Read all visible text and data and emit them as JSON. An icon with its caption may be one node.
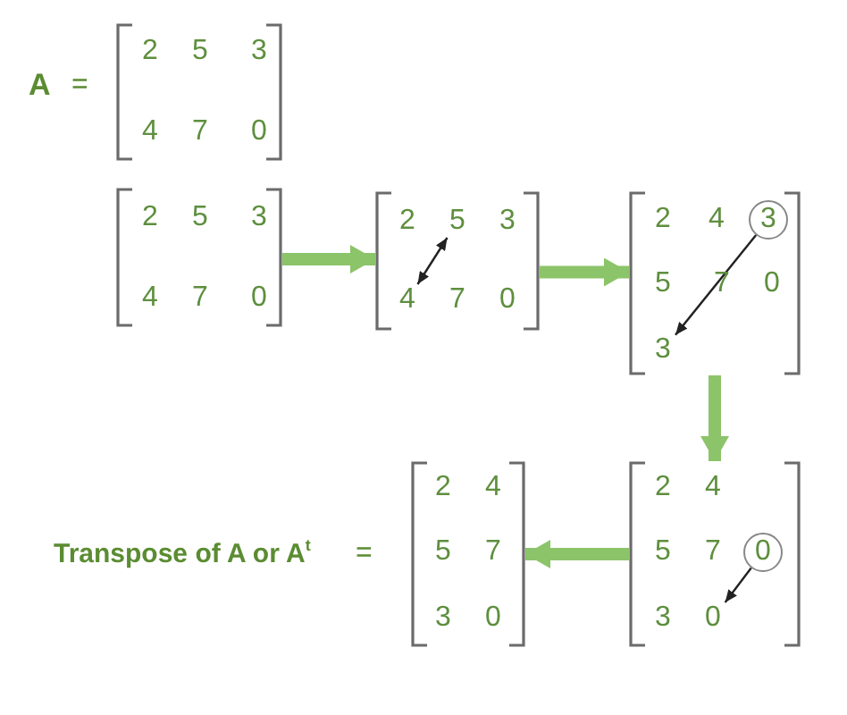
{
  "diagram": {
    "nodes": [
      {
        "text": [],
        "shape": "bracket"
      },
      {
        "text": [
          "2"
        ],
        "in": 0
      },
      {
        "text": [
          "5"
        ],
        "in": 0
      },
      {
        "text": [
          "3"
        ],
        "in": 0
      },
      {
        "text": [
          "4"
        ],
        "in": 0
      },
      {
        "text": [
          "7"
        ],
        "in": 0
      },
      {
        "text": [
          "0"
        ],
        "in": 0
      },
      {
        "text": [],
        "shape": "bracket"
      },
      {
        "text": [
          "2"
        ],
        "in": 7
      },
      {
        "text": [
          "5"
        ],
        "in": 7
      },
      {
        "text": [
          "3"
        ],
        "in": 7
      },
      {
        "text": [
          "4"
        ],
        "in": 7
      },
      {
        "text": [
          "7"
        ],
        "in": 7
      },
      {
        "text": [
          "0"
        ],
        "in": 7
      },
      {
        "text": [],
        "shape": "bracket"
      },
      {
        "text": [
          "2"
        ],
        "in": 14
      },
      {
        "text": [
          "5"
        ],
        "in": 14
      },
      {
        "text": [
          "3"
        ],
        "in": 14
      },
      {
        "text": [
          "4"
        ],
        "in": 14
      },
      {
        "text": [
          "7"
        ],
        "in": 14
      },
      {
        "text": [
          "0"
        ],
        "in": 14
      },
      {
        "text": [],
        "shape": "bracket"
      },
      {
        "text": [
          "2"
        ],
        "in": 21
      },
      {
        "text": [
          "4"
        ],
        "in": 21
      },
      {
        "text": [
          "3"
        ],
        "in": 21
      },
      {
        "text": [
          "5"
        ],
        "in": 21
      },
      {
        "text": [
          "7"
        ],
        "in": 21
      },
      {
        "text": [
          "0"
        ],
        "in": 21
      },
      {
        "text": [
          "3"
        ],
        "in": 21
      },
      {
        "text": [],
        "shape": "bracket"
      },
      {
        "text": [
          "2"
        ],
        "in": 29
      },
      {
        "text": [
          "4"
        ],
        "in": 29
      },
      {
        "text": [
          "5"
        ],
        "in": 29
      },
      {
        "text": [
          "7"
        ],
        "in": 29
      },
      {
        "text": [
          "0"
        ],
        "in": 29
      },
      {
        "text": [
          "3"
        ],
        "in": 29
      },
      {
        "text": [
          "0"
        ],
        "in": 29
      },
      {
        "text": [],
        "shape": "bracket"
      },
      {
        "text": [
          "2"
        ],
        "in": 37
      },
      {
        "text": [
          "4"
        ],
        "in": 37
      },
      {
        "text": [
          "5"
        ],
        "in": 37
      },
      {
        "text": [
          "7"
        ],
        "in": 37
      },
      {
        "text": [
          "3"
        ],
        "in": 37
      },
      {
        "text": [
          "0"
        ],
        "in": 37
      }
    ],
    "edges": [
      {
        "from": 7,
        "to": 14,
        "arrow": "to"
      },
      {
        "from": 14,
        "to": 21,
        "arrow": "to"
      },
      {
        "from": 21,
        "to": 29,
        "arrow": "to"
      },
      {
        "from": 29,
        "to": 37,
        "arrow": "to"
      },
      {
        "from": 18,
        "to": 16,
        "arrow": "both",
        "color": "#222222"
      },
      {
        "from": 24,
        "to": 28,
        "arrow": "to",
        "color": "#222222"
      },
      {
        "from": 34,
        "to": 36,
        "arrow": "to",
        "color": "#222222"
      }
    ],
    "labels": [
      "A",
      "=",
      "Transpose of A or A$^{t}$",
      "="
    ]
  }
}
